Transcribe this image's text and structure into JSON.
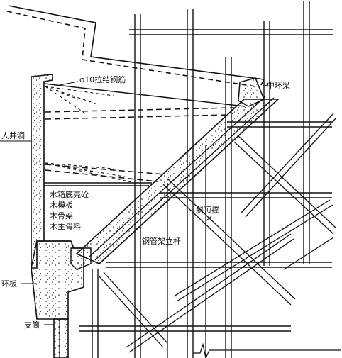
{
  "labels": {
    "tie_bar": "φ10拉结钢筋",
    "middle_ring_beam": "中环梁",
    "manhole": "人井洞",
    "formwork_line1": "水箱底壳砼",
    "formwork_line2": "木模板",
    "formwork_line3": "木骨架",
    "formwork_line4": "木主骨料",
    "diagonal_brace": "斜顶撑",
    "steel_pipe_post": "钢管架立杆",
    "ring_plate": "环板",
    "support_tube": "支筒"
  },
  "colors": {
    "line": "#111111",
    "background": "#ffffff"
  }
}
